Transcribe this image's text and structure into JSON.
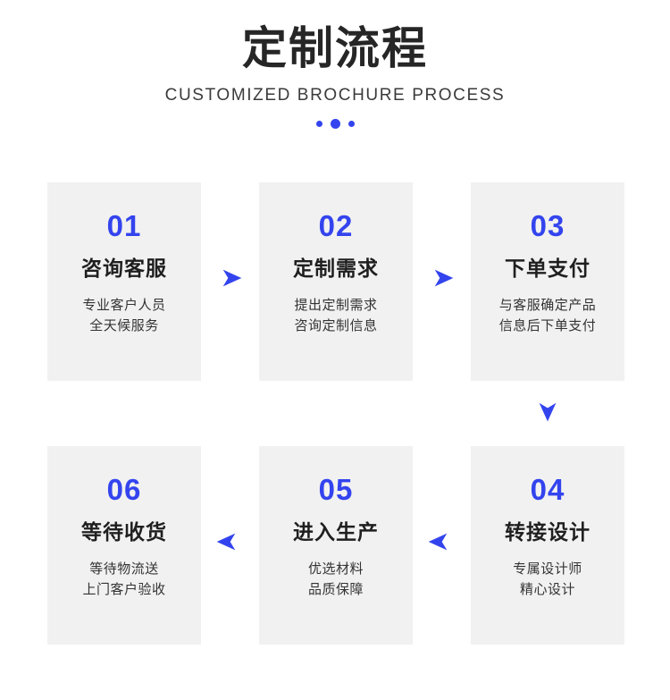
{
  "header": {
    "title": "定制流程",
    "subtitle": "CUSTOMIZED BROCHURE PROCESS",
    "dots": [
      "dot-small-left",
      "dot-big-center",
      "dot-small-right"
    ]
  },
  "colors": {
    "accent_blue": "#3344ee",
    "card_bg": "#f1f1f1",
    "page_bg": "#ffffff",
    "title_text": "#262626",
    "body_text": "#333333"
  },
  "steps": [
    {
      "num": "01",
      "name": "咨询客服",
      "desc_line1": "专业客户人员",
      "desc_line2": "全天候服务"
    },
    {
      "num": "02",
      "name": "定制需求",
      "desc_line1": "提出定制需求",
      "desc_line2": "咨询定制信息"
    },
    {
      "num": "03",
      "name": "下单支付",
      "desc_line1": "与客服确定产品",
      "desc_line2": "信息后下单支付"
    },
    {
      "num": "04",
      "name": "转接设计",
      "desc_line1": "专属设计师",
      "desc_line2": "精心设计"
    },
    {
      "num": "05",
      "name": "进入生产",
      "desc_line1": "优选材料",
      "desc_line2": "品质保障"
    },
    {
      "num": "06",
      "name": "等待收货",
      "desc_line1": "等待物流送",
      "desc_line2": "上门客户验收"
    }
  ],
  "arrows": [
    {
      "id": "arrow-1-2",
      "direction": "right"
    },
    {
      "id": "arrow-2-3",
      "direction": "right"
    },
    {
      "id": "arrow-3-4",
      "direction": "down"
    },
    {
      "id": "arrow-4-5",
      "direction": "left"
    },
    {
      "id": "arrow-5-6",
      "direction": "left"
    }
  ]
}
